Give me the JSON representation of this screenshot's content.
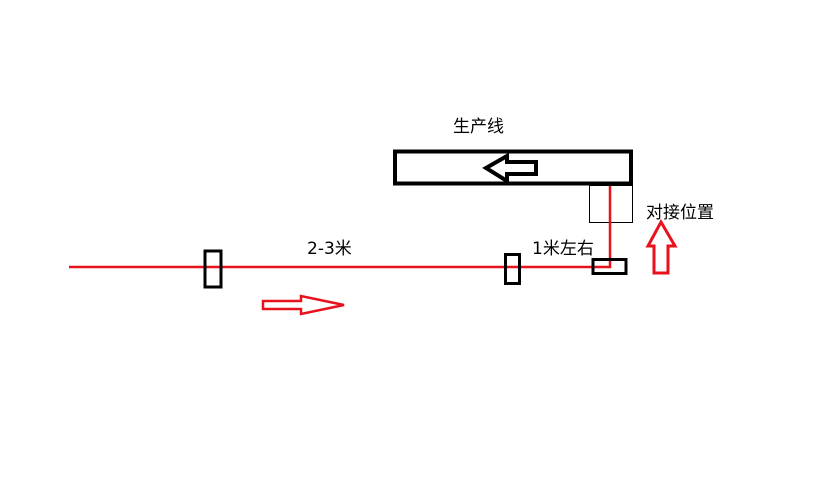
{
  "labels": {
    "production_line": "生产线",
    "distance_long": "2-3米",
    "distance_short": "1米左右",
    "docking_position": "对接位置"
  },
  "colors": {
    "track": "#e8121c",
    "outline": "#000000"
  }
}
